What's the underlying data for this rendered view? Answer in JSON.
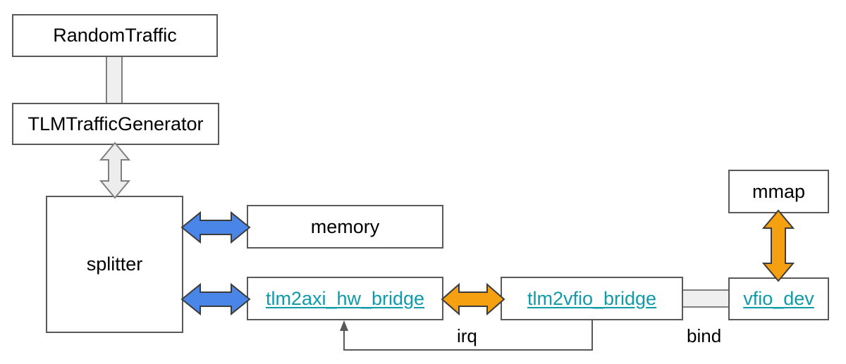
{
  "diagram": {
    "title": "TLM to VFIO hardware bridge block diagram",
    "colors": {
      "box_border": "#595959",
      "box_fill": "#ffffff",
      "link_text": "#0f9ba8",
      "blue_arrow": "#4a86e8",
      "orange_arrow": "#f5a011",
      "gray_arrow_fill": "#ededed",
      "gray_arrow_stroke": "#808080",
      "irq_line": "#595959"
    },
    "nodes": [
      {
        "id": "random-traffic",
        "label": "RandomTraffic",
        "style": "plain"
      },
      {
        "id": "tlm-traffic-generator",
        "label": "TLMTrafficGenerator",
        "style": "plain"
      },
      {
        "id": "splitter",
        "label": "splitter",
        "style": "plain"
      },
      {
        "id": "memory",
        "label": "memory",
        "style": "plain"
      },
      {
        "id": "tlm2axi-hw-bridge",
        "label": "tlm2axi_hw_bridge",
        "style": "link"
      },
      {
        "id": "tlm2vfio-bridge",
        "label": "tlm2vfio_bridge",
        "style": "link"
      },
      {
        "id": "vfio-dev",
        "label": "vfio_dev",
        "style": "link"
      },
      {
        "id": "mmap",
        "label": "mmap",
        "style": "plain"
      }
    ],
    "edge_labels": {
      "irq": "irq",
      "bind": "bind"
    },
    "connections": [
      {
        "from": "random-traffic",
        "to": "tlm-traffic-generator",
        "kind": "gray-bar",
        "label": ""
      },
      {
        "from": "tlm-traffic-generator",
        "to": "splitter",
        "kind": "gray-double-arrow",
        "label": ""
      },
      {
        "from": "splitter",
        "to": "memory",
        "kind": "blue-double-arrow",
        "label": ""
      },
      {
        "from": "splitter",
        "to": "tlm2axi-hw-bridge",
        "kind": "blue-double-arrow",
        "label": ""
      },
      {
        "from": "tlm2axi-hw-bridge",
        "to": "tlm2vfio-bridge",
        "kind": "orange-double-arrow",
        "label": ""
      },
      {
        "from": "tlm2vfio-bridge",
        "to": "vfio-dev",
        "kind": "gray-bar",
        "label": "bind"
      },
      {
        "from": "vfio-dev",
        "to": "mmap",
        "kind": "orange-double-arrow",
        "label": ""
      },
      {
        "from": "tlm2vfio-bridge",
        "to": "tlm2axi-hw-bridge",
        "kind": "thin-arrow",
        "label": "irq"
      }
    ]
  }
}
